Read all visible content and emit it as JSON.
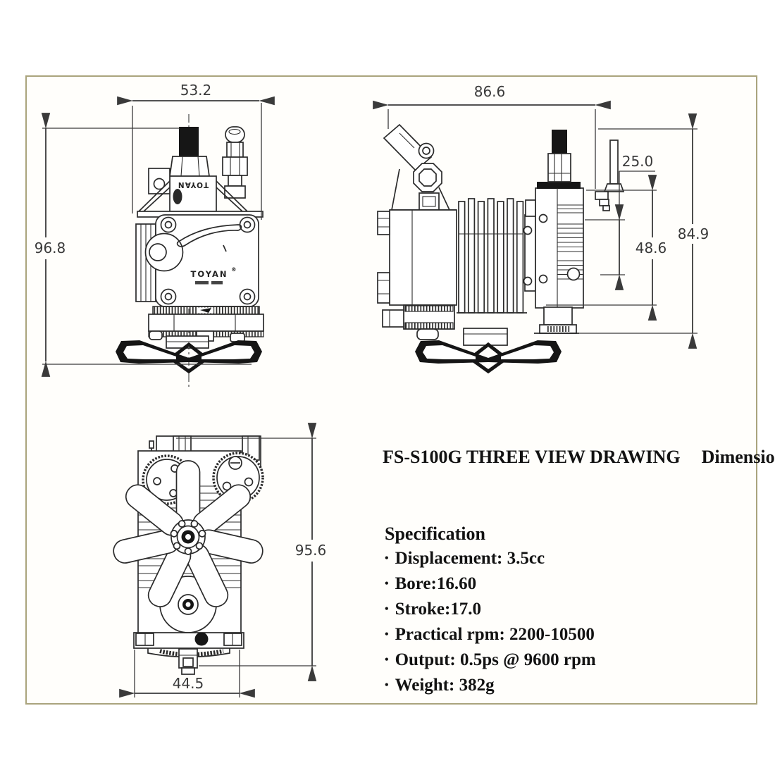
{
  "title": {
    "name": "FS-S100G THREE VIEW DRAWING",
    "unit_label": "Dimension(mm"
  },
  "brand": {
    "name": "TOYAN",
    "registered_mark": "®"
  },
  "views": {
    "front": {
      "width_mm": "53.2",
      "height_mm": "96.8"
    },
    "side": {
      "width_mm": "86.6",
      "lever_offset_mm": "25.0",
      "crankcase_height_mm": "48.6",
      "height_mm": "84.9"
    },
    "rear": {
      "height_mm": "95.6",
      "width_mm": "44.5"
    }
  },
  "specification": {
    "heading": "Specification",
    "bullet": "•",
    "items": [
      "Displacement: 3.5cc",
      "Bore:16.60",
      "Stroke:17.0",
      "Practical rpm: 2200-10500",
      "Output: 0.5ps @ 9600 rpm",
      "Weight: 382g"
    ]
  }
}
